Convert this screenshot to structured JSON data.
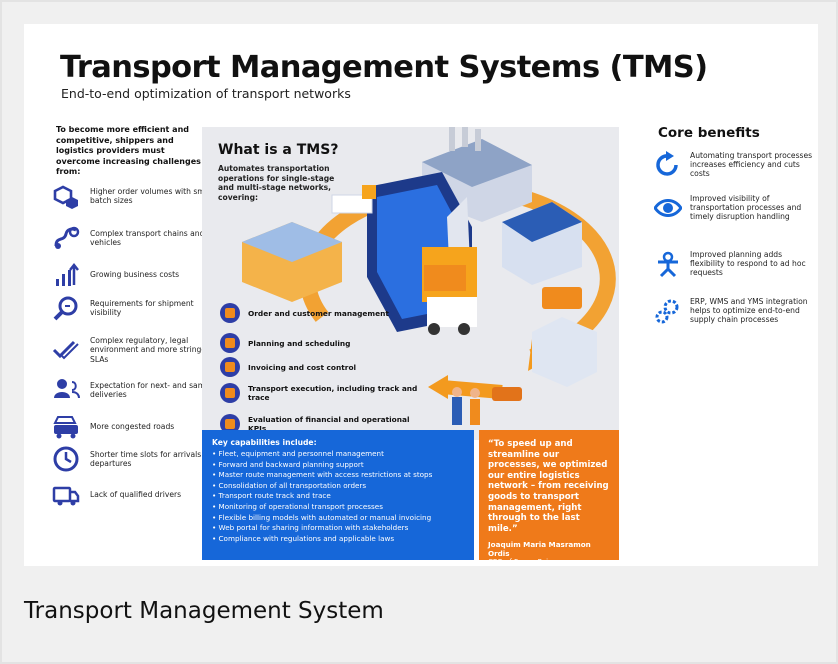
{
  "poster": {
    "title": "Transport Management Systems (TMS)",
    "subtitle": "End-to-end optimization of transport networks",
    "intro": "To become more efficient and competitive, shippers and logistics providers must overcome increasing challenges from:",
    "challenges": [
      {
        "icon": "boxes-icon",
        "label": "Higher order volumes with smaller batch sizes"
      },
      {
        "icon": "route-icon",
        "label": "Complex transport chains and more vehicles"
      },
      {
        "icon": "rising-bars-icon",
        "label": "Growing business costs"
      },
      {
        "icon": "magnifier-icon",
        "label": "Requirements for shipment visibility"
      },
      {
        "icon": "checkmarks-icon",
        "label": "Complex regulatory, legal environment and more stringent SLAs"
      },
      {
        "icon": "people-icon",
        "label": "Expectation for next- and same-day deliveries"
      },
      {
        "icon": "cars-icon",
        "label": "More congested roads"
      },
      {
        "icon": "clock-icon",
        "label": "Shorter time slots for arrivals and departures"
      },
      {
        "icon": "truck-icon",
        "label": "Lack of qualified drivers"
      }
    ],
    "what": {
      "title": "What is a TMS?",
      "description": "Automates transportation operations for single-stage and multi-stage networks, covering:",
      "items": [
        "Order and customer management",
        "Planning and scheduling",
        "Invoicing and cost control",
        "Transport execution, including track and trace",
        "Evaluation of financial and operational KPIs"
      ]
    },
    "core": {
      "title": "Core benefits",
      "benefits": [
        {
          "icon": "refresh-icon",
          "label": "Automating transport processes increases efficiency and cuts costs"
        },
        {
          "icon": "eye-icon",
          "label": "Improved visibility of transportation processes and timely disruption handling"
        },
        {
          "icon": "flexibility-icon",
          "label": "Improved planning adds flexibility to respond to ad hoc requests"
        },
        {
          "icon": "gears-icon",
          "label": "ERP, WMS and YMS integration helps to optimize end-to-end supply chain processes"
        }
      ]
    },
    "capabilities": {
      "title": "Key capabilities include:",
      "items": [
        "Fleet, equipment and personnel management",
        "Forward and backward planning support",
        "Master route management with access restrictions at stops",
        "Consolidation of all transportation orders",
        "Transport route track and trace",
        "Monitoring of operational transport processes",
        "Flexible billing models with automated or manual invoicing",
        "Web portal for sharing information with stakeholders",
        "Compliance with regulations and applicable laws"
      ]
    },
    "quote": {
      "text": "“To speed up and streamline our processes, we optimized our entire logistics network – from receiving goods to transport management, right through to the last mile.”",
      "author": "Joaquim Maria Masramon Ordis",
      "role": "CEO of Ferros Puig"
    }
  },
  "caption": "Transport Management System",
  "colors": {
    "navy": "#2e3ea6",
    "blue": "#1667d9",
    "orange": "#ef7a1a",
    "gray": "#e9eaee"
  }
}
